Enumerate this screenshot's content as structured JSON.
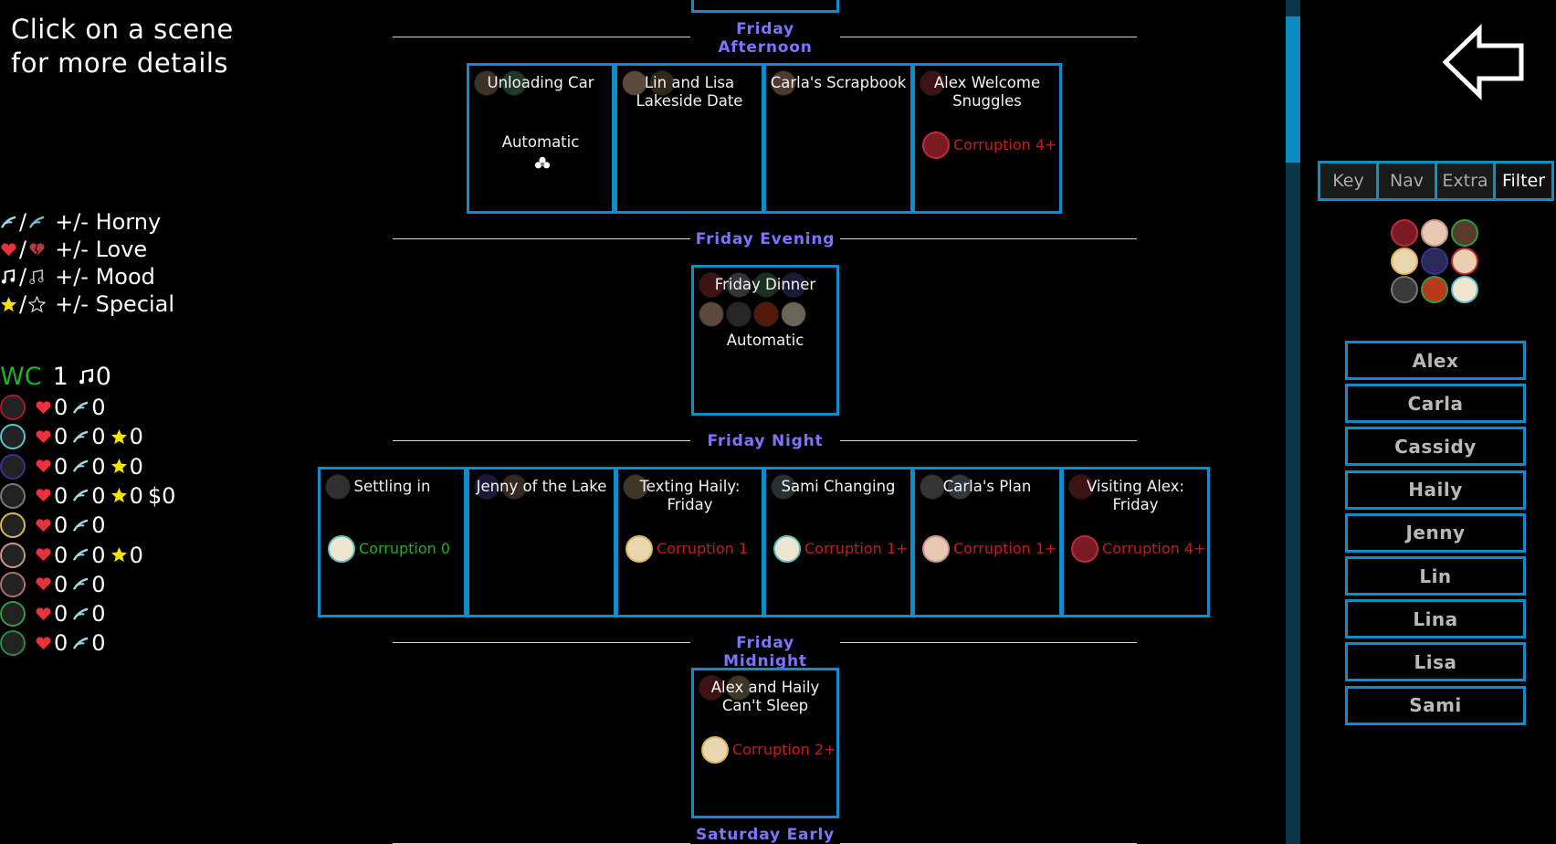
{
  "instructions": {
    "line1": "Click on a scene",
    "line2": "for more details"
  },
  "legend": [
    {
      "icon_a": "horny-up-icon",
      "icon_b": "horny-down-icon",
      "text": "+/- Horny"
    },
    {
      "icon_a": "heart-icon",
      "icon_b": "broken-heart-icon",
      "text": "+/- Love"
    },
    {
      "icon_a": "music-note-icon",
      "icon_b": "music-note-off-icon",
      "text": "+/- Mood"
    },
    {
      "icon_a": "star-icon",
      "icon_b": "star-outline-icon",
      "text": "+/- Special"
    }
  ],
  "wc": {
    "label": "WC",
    "value": "1",
    "mood": "0"
  },
  "stats": [
    {
      "color": "#a01a2a",
      "love": "0",
      "horny": "0",
      "special": null,
      "money": null
    },
    {
      "color": "#5fc2c8",
      "love": "0",
      "horny": "0",
      "special": "0",
      "money": null
    },
    {
      "color": "#3a2f8e",
      "love": "0",
      "horny": "0",
      "special": "0",
      "money": null
    },
    {
      "color": "#777777",
      "love": "0",
      "horny": "0",
      "special": "0",
      "money": "$0"
    },
    {
      "color": "#d9b755",
      "love": "0",
      "horny": "0",
      "special": null,
      "money": null
    },
    {
      "color": "#c99590",
      "love": "0",
      "horny": "0",
      "special": "0",
      "money": null
    },
    {
      "color": "#b06d6d",
      "love": "0",
      "horny": "0",
      "special": null,
      "money": null
    },
    {
      "color": "#2e9b3e",
      "love": "0",
      "horny": "0",
      "special": null,
      "money": null
    },
    {
      "color": "#2a8a3a",
      "love": "0",
      "horny": "0",
      "special": null,
      "money": null
    }
  ],
  "timeline": {
    "periods": [
      "Friday Afternoon",
      "Friday Evening",
      "Friday Night",
      "Friday Midnight",
      "Saturday Early"
    ],
    "friday_afternoon": [
      {
        "title": "Unloading Car",
        "auto": "Automatic"
      },
      {
        "title": "Lin and Lisa Lakeside Date"
      },
      {
        "title": "Carla's Scrapbook"
      },
      {
        "title": "Alex Welcome Snuggles",
        "req": "Corruption 4+"
      }
    ],
    "friday_evening": [
      {
        "title": "Friday Dinner",
        "auto": "Automatic"
      }
    ],
    "friday_night": [
      {
        "title": "Settling in",
        "req": "Corruption 0"
      },
      {
        "title": "Jenny of the Lake"
      },
      {
        "title": "Texting Haily: Friday",
        "req": "Corruption 1"
      },
      {
        "title": "Sami Changing",
        "req": "Corruption 1+"
      },
      {
        "title": "Carla's Plan",
        "req": "Corruption 1+"
      },
      {
        "title": "Visiting Alex: Friday",
        "req": "Corruption 4+"
      }
    ],
    "friday_midnight": [
      {
        "title": "Alex and Haily Can't Sleep",
        "req": "Corruption 2+"
      }
    ]
  },
  "tabs": [
    "Key",
    "Nav",
    "Extra",
    "Filter"
  ],
  "characters": [
    "Alex",
    "Carla",
    "Cassidy",
    "Haily",
    "Jenny",
    "Lin",
    "Lina",
    "Lisa",
    "Sami"
  ],
  "colors": {
    "accent": "#0e8ec9",
    "period": "#7c74ff",
    "corruption_ok": "#1db01d",
    "corruption_locked": "#c61b1b"
  }
}
